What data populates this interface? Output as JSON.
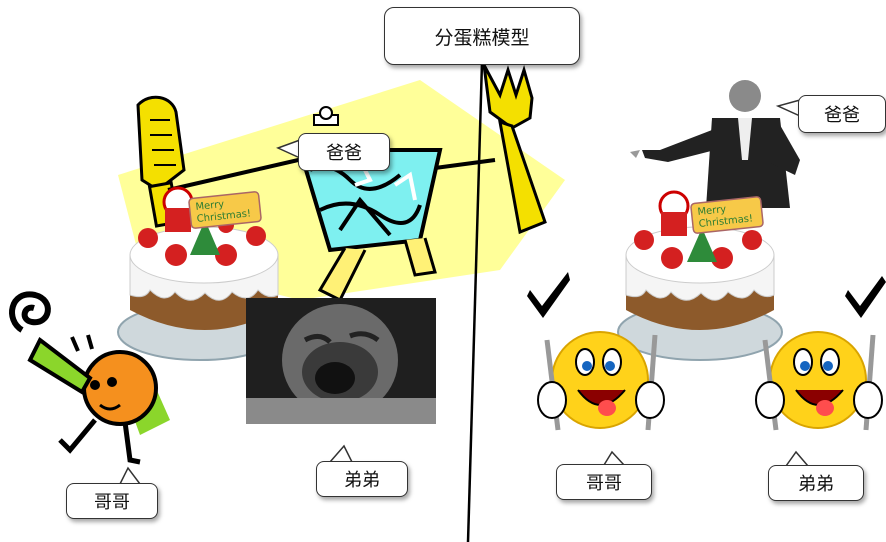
{
  "title": "分蛋糕模型",
  "left_scene": {
    "dad_label": "爸爸",
    "older_brother_label": "哥哥",
    "younger_brother_label": "弟弟",
    "cake_sign_text": "Merry Christmas!"
  },
  "right_scene": {
    "dad_label": "爸爸",
    "older_brother_label": "哥哥",
    "younger_brother_label": "弟弟",
    "cake_sign_text": "Merry Christmas!"
  },
  "colors": {
    "yellow_bg": "#ffff99",
    "fork_yellow": "#f4e000",
    "cake_cream": "#f5f5f5",
    "strawberry": "#d42020",
    "checkmark": "#000000"
  }
}
